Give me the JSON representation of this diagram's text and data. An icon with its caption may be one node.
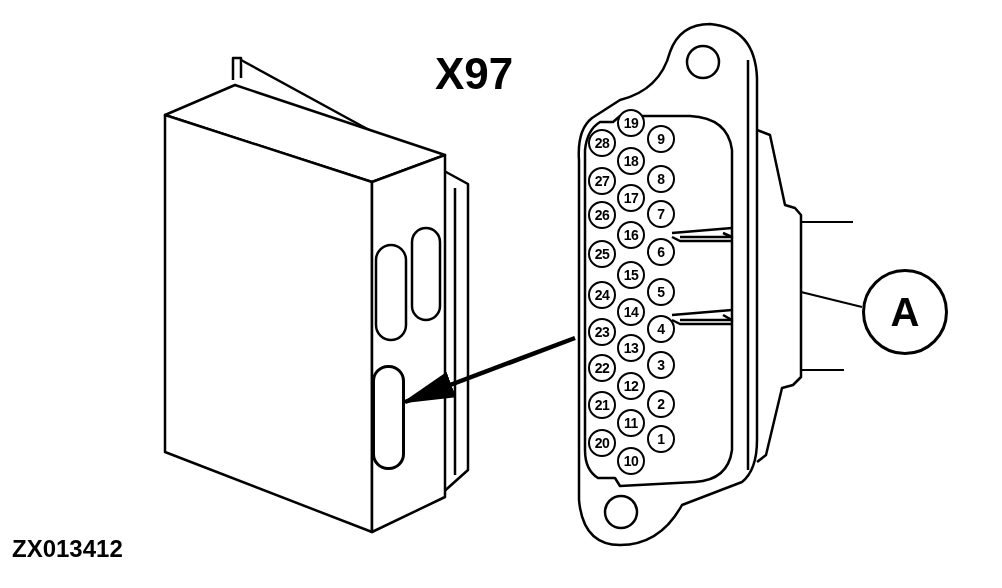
{
  "diagram": {
    "nodes": [
      {
        "text": [],
        "shape": "box"
      },
      {
        "text": [],
        "shape": "picture"
      },
      {
        "text": [
          "19"
        ],
        "in": 1
      },
      {
        "text": [
          "9"
        ],
        "in": 1
      },
      {
        "text": [
          "28"
        ],
        "in": 1
      },
      {
        "text": [
          "18"
        ],
        "in": 1
      },
      {
        "text": [
          "8"
        ],
        "in": 1
      },
      {
        "text": [
          "27"
        ],
        "in": 1
      },
      {
        "text": [
          "17"
        ],
        "in": 1
      },
      {
        "text": [
          "7"
        ],
        "in": 1
      },
      {
        "text": [
          "26"
        ],
        "in": 1
      },
      {
        "text": [
          "16"
        ],
        "in": 1
      },
      {
        "text": [
          "6"
        ],
        "in": 1
      },
      {
        "text": [
          "25"
        ],
        "in": 1
      },
      {
        "text": [
          "15"
        ],
        "in": 1
      },
      {
        "text": [
          "5"
        ],
        "in": 1
      },
      {
        "text": [
          "24"
        ],
        "in": 1
      },
      {
        "text": [
          "14"
        ],
        "in": 1
      },
      {
        "text": [
          "4"
        ],
        "in": 1
      },
      {
        "text": [
          "23"
        ],
        "in": 1
      },
      {
        "text": [
          "13"
        ],
        "in": 1
      },
      {
        "text": [
          "3"
        ],
        "in": 1
      },
      {
        "text": [
          "22"
        ],
        "in": 1
      },
      {
        "text": [
          "12"
        ],
        "in": 1
      },
      {
        "text": [
          "2"
        ],
        "in": 1
      },
      {
        "text": [
          "21"
        ],
        "in": 1
      },
      {
        "text": [
          "11"
        ],
        "in": 1
      },
      {
        "text": [
          "1"
        ],
        "in": 1
      },
      {
        "text": [
          "20"
        ],
        "in": 1
      },
      {
        "text": [
          "10"
        ],
        "in": 1
      },
      {
        "text": [
          "A"
        ]
      }
    ],
    "edges": [
      {
        "from": 1,
        "to": 0,
        "arrow": "to",
        "style": "thick"
      },
      {
        "from": 30,
        "to": 1,
        "arrow": "none"
      }
    ],
    "labels": [
      "X97",
      "ZX013412"
    ]
  }
}
